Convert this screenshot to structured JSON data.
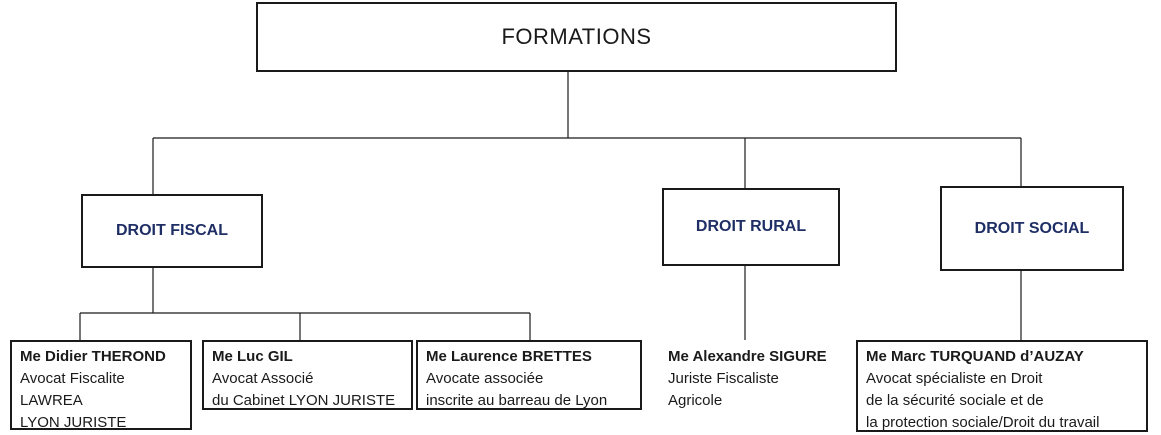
{
  "root": {
    "title": "FORMATIONS"
  },
  "categories": [
    {
      "label": "DROIT FISCAL"
    },
    {
      "label": "DROIT RURAL"
    },
    {
      "label": "DROIT SOCIAL"
    }
  ],
  "people": [
    {
      "name": "Me Didier THEROND",
      "lines": [
        "Avocat Fiscalite",
        "LAWREA",
        "LYON JURISTE"
      ]
    },
    {
      "name": "Me Luc GIL",
      "lines": [
        "Avocat Associé",
        "du Cabinet LYON JURISTE"
      ]
    },
    {
      "name": "Me Laurence BRETTES",
      "lines": [
        "Avocate associée",
        "inscrite au barreau de Lyon"
      ]
    },
    {
      "name": "Me Alexandre SIGURE",
      "lines": [
        "Juriste Fiscaliste",
        "Agricole"
      ]
    },
    {
      "name": "Me Marc TURQUAND d’AUZAY",
      "lines": [
        "Avocat spécialiste en Droit",
        "de la sécurité sociale et de",
        "la protection sociale/Droit du travail"
      ]
    }
  ],
  "colors": {
    "category_text": "#1f2f66",
    "lines": "#1a1a1a"
  }
}
